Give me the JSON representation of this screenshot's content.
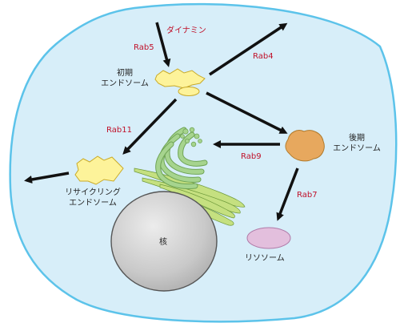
{
  "colors": {
    "cell_fill": "#d7eef9",
    "cell_stroke": "#5cc3ea",
    "early_endosome": "#fdf39a",
    "late_endosome": "#e7a85e",
    "recycling_endosome": "#fdf39a",
    "lysosome": "#e3bfdd",
    "nucleus": "#c7c7c7",
    "golgi_green": "#a6d48e",
    "er_green": "#c5e080",
    "arrow": "#111111",
    "rab_label": "#c0112a"
  },
  "labels": {
    "dynamin": "ダイナミン",
    "rab5": "Rab5",
    "rab4": "Rab4",
    "rab11": "Rab11",
    "rab9": "Rab9",
    "rab7": "Rab7",
    "early_endosome_line1": "初期",
    "early_endosome_line2": "エンドソーム",
    "late_endosome_line1": "後期",
    "late_endosome_line2": "エンドソーム",
    "recycling_line1": "リサイクリング",
    "recycling_line2": "エンドソーム",
    "lysosome": "リソソーム",
    "nucleus": "核"
  }
}
